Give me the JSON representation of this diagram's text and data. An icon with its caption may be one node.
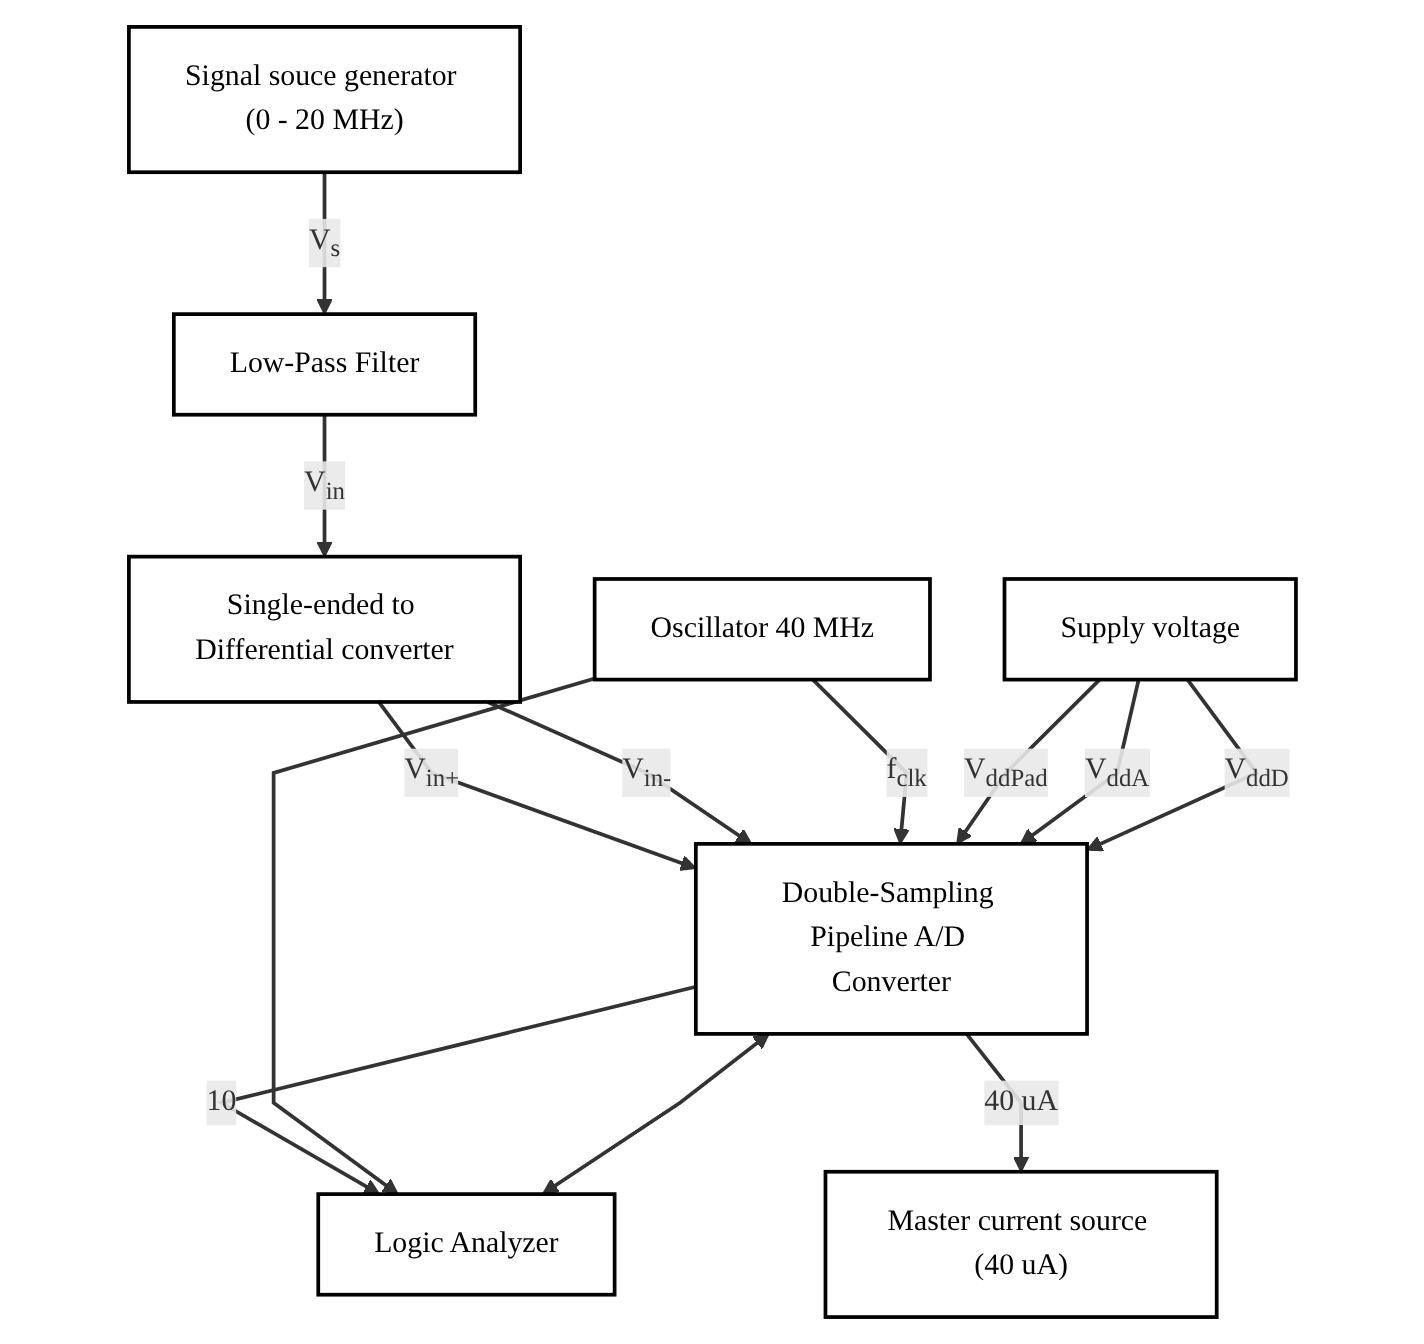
{
  "diagram": {
    "nodes": [
      {
        "text": [
          "Signal souce generator (0 - 20 MHz)"
        ]
      },
      {
        "text": [
          "Low-Pass Filter"
        ]
      },
      {
        "text": [
          "Single-ended to Differential converter"
        ]
      },
      {
        "text": [
          "Logic Analyzer"
        ]
      },
      {
        "text": [
          "Double-Sampling Pipeline A/D Converter"
        ]
      },
      {
        "text": [
          "Oscillator 40 MHz"
        ]
      },
      {
        "text": [
          "Supply voltage"
        ]
      },
      {
        "text": [
          "Master current source (40 uA)"
        ]
      }
    ],
    "edges": [
      {
        "from": 0,
        "to": 1,
        "arrow": "to",
        "label": "V$_{s}$"
      },
      {
        "from": 1,
        "to": 2,
        "arrow": "to",
        "label": "V$_{in}$"
      },
      {
        "from": 2,
        "to": 4,
        "arrow": "to",
        "label": "V$_{in+}$"
      },
      {
        "from": 2,
        "to": 4,
        "arrow": "to",
        "label": "V$_{in-}$"
      },
      {
        "from": 4,
        "to": 3,
        "arrow": "to",
        "label": "10"
      },
      {
        "from": 3,
        "to": 4,
        "arrow": "both"
      },
      {
        "from": 5,
        "to": 3,
        "arrow": "to"
      },
      {
        "from": 5,
        "to": 4,
        "arrow": "to",
        "label": "f$_{clk}$"
      },
      {
        "from": 6,
        "to": 4,
        "arrow": "to",
        "label": "V$_{ddPad}$"
      },
      {
        "from": 6,
        "to": 4,
        "arrow": "to",
        "label": "V$_{ddA}$"
      },
      {
        "from": 6,
        "to": 4,
        "arrow": "to",
        "label": "V$_{ddD}$"
      },
      {
        "from": 4,
        "to": 7,
        "arrow": "to",
        "label": "40 uA"
      }
    ]
  }
}
